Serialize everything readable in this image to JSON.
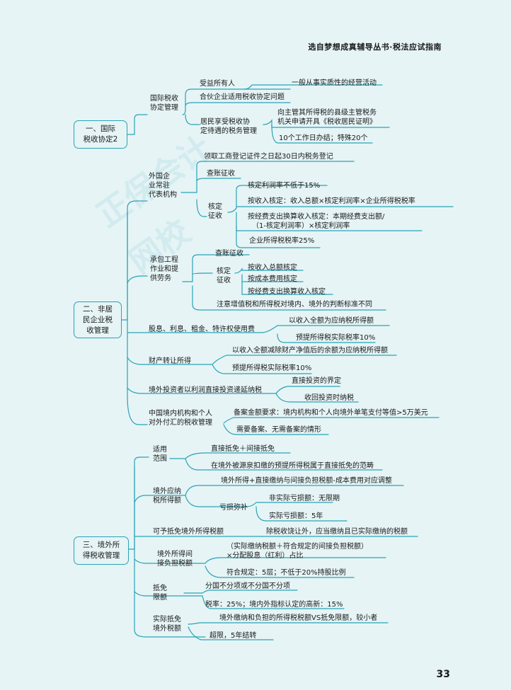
{
  "header": "选自梦想成真辅导丛书·税法应试指南",
  "page_number": "33",
  "watermark": "正保会计网校",
  "colors": {
    "line": "#2aa3b5",
    "background": "#e6f4f6"
  },
  "s1": {
    "root": [
      "一、国际",
      "税收协定2"
    ],
    "l1": [
      "国际税收",
      "协定管理"
    ],
    "a": "受益所有人",
    "a1": "一般从事实质性的经营活动",
    "b": "合伙企业适用税收协定问题",
    "c": [
      "居民享受税收协",
      "定待遇的税务管理"
    ],
    "c1": [
      "向主管其所得税的县级主管税务",
      "机关申请开具《税收居民证明》"
    ],
    "c2": "10个工作日办结；特殊20个"
  },
  "s2": {
    "root": [
      "二、非居",
      "民企业税",
      "收管理"
    ],
    "rep": [
      "外国企",
      "业常驻",
      "代表机构"
    ],
    "rep_a": "领取工商登记证件之日起30日内税务登记",
    "rep_b": "查账征收",
    "rep_c": [
      "核定",
      "征收"
    ],
    "rep_c1": "核定利润率不低于15%",
    "rep_c2": "按收入核定：收入总额×核定利润率×企业所得税税率",
    "rep_c3": [
      "按经费支出换算收入核定：本期经费支出额/",
      "（1-核定利润率）×核定利润率"
    ],
    "rep_c4": "企业所得税税率25%",
    "con": [
      "承包工程",
      "作业和提",
      "供劳务"
    ],
    "con_a": "查账征收",
    "con_b": [
      "核定",
      "征收"
    ],
    "con_b1": "按收入总额核定",
    "con_b2": "按成本费用核定",
    "con_b3": "按经费支出换算收入核定",
    "con_c": "注意增值税和所得税对境内、境外的判断标准不同",
    "div": "股息、利息、租金、特许权使用费",
    "div1": "以收入全额为应纳税所得额",
    "div2": "预提所得税实际税率10%",
    "prop": "财产转让所得",
    "prop1": "以收入全额减除财产净值后的余额为应纳税所得额",
    "prop2": "预提所得税实际税率10%",
    "inv": "境外投资者以利润直接投资递延纳税",
    "inv1": "直接投资的界定",
    "inv2": "收回投资时纳税",
    "pay": [
      "中国境内机构和个人",
      "对外付汇的税收管理"
    ],
    "pay1": "备案金额要求：境内机构和个人向境外单笔支付等值>5万美元",
    "pay2": "需要备案、无需备案的情形"
  },
  "s3": {
    "root": [
      "三、境外所",
      "得税收管理"
    ],
    "scope": [
      "适用",
      "范围"
    ],
    "scope1": "直接抵免＋间接抵免",
    "scope2": "在境外被源泉扣缴的预提所得税属于直接抵免的范畴",
    "taxable": [
      "境外应纳",
      "税所得额"
    ],
    "taxable1": "境外所得+直接缴纳与间接负担税额-成本费用对应调整",
    "loss": "亏损弥补",
    "loss1": "非实际亏损额：无限期",
    "loss2": "实际亏损额：5年",
    "credit": "可予抵免境外所得税额",
    "credit1": "除税收饶让外，应当缴纳且已实际缴纳的税额",
    "indirect": [
      "境外所得间",
      "接负担税额"
    ],
    "indirect1": [
      "（实际缴纳税额＋符合规定的间接负担税额）",
      "×分配股息（红利）占比"
    ],
    "indirect2": "符合规定：5层；不低于20%持股比例",
    "limit": [
      "抵免",
      "限额"
    ],
    "limit1": "分国不分项或不分国不分项",
    "limit2": "税率：25%；境内外指标认定的高新：15%",
    "actual": [
      "实际抵免",
      "境外税额"
    ],
    "actual1": "境外缴纳和负担的所得税税额VS抵免限额，较小者",
    "actual2": "超限，5年结转"
  }
}
